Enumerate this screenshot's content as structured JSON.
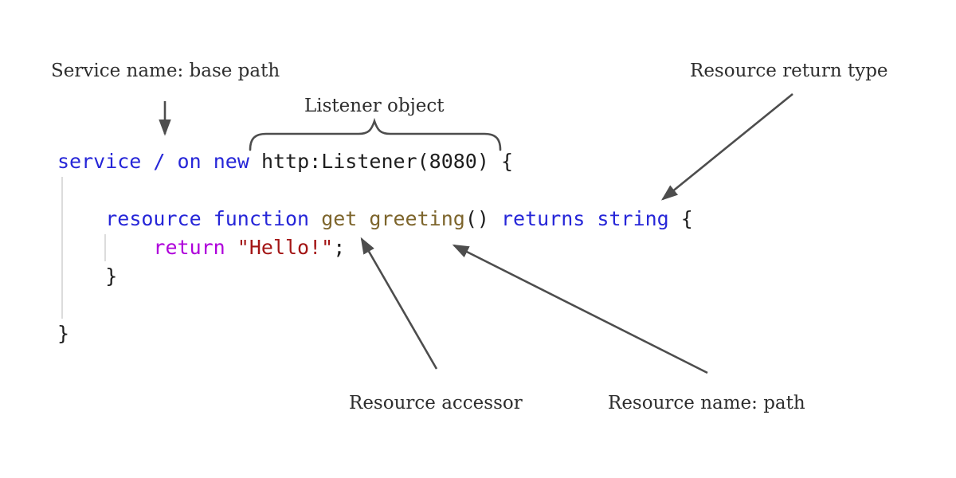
{
  "annotations": {
    "service_name": "Service name: base path",
    "listener_object": "Listener object",
    "resource_return_type": "Resource return type",
    "resource_accessor": "Resource accessor",
    "resource_name": "Resource name: path"
  },
  "code": {
    "language": "ballerina",
    "lines": [
      [
        [
          "kw",
          "service"
        ],
        [
          "pl",
          " "
        ],
        [
          "kw",
          "/"
        ],
        [
          "pl",
          " "
        ],
        [
          "kw",
          "on"
        ],
        [
          "pl",
          " "
        ],
        [
          "kw",
          "new"
        ],
        [
          "pl",
          " "
        ],
        [
          "pl",
          "http:Listener(8080)"
        ],
        [
          "pl",
          " {"
        ]
      ],
      [],
      [
        [
          "pl",
          "    "
        ],
        [
          "kw",
          "resource"
        ],
        [
          "pl",
          " "
        ],
        [
          "kw",
          "function"
        ],
        [
          "pl",
          " "
        ],
        [
          "fn",
          "get"
        ],
        [
          "pl",
          " "
        ],
        [
          "fn",
          "greeting"
        ],
        [
          "pl",
          "()"
        ],
        [
          "pl",
          " "
        ],
        [
          "kw",
          "returns"
        ],
        [
          "pl",
          " "
        ],
        [
          "kw",
          "string"
        ],
        [
          "pl",
          " {"
        ]
      ],
      [
        [
          "pl",
          "        "
        ],
        [
          "mg",
          "return"
        ],
        [
          "pl",
          " "
        ],
        [
          "st",
          "\"Hello!\""
        ],
        [
          "pl",
          ";"
        ]
      ],
      [
        [
          "pl",
          "    }"
        ]
      ],
      [],
      [
        [
          "pl",
          "}"
        ]
      ]
    ]
  },
  "colors": {
    "keyword": "#2626d8",
    "function_name": "#7d652c",
    "string": "#a31515",
    "control": "#af00db",
    "plain": "#1e1e1e",
    "arrow": "#4d4d4d",
    "label_text": "#2e2e2e",
    "indent_guide": "#dcdcdc",
    "background": "#ffffff"
  }
}
